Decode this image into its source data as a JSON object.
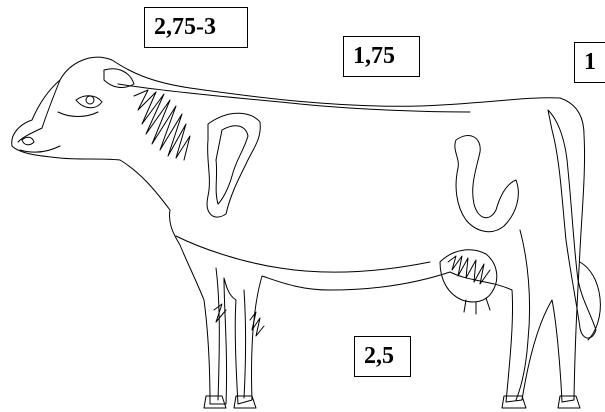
{
  "labels": {
    "neck": "2,75-3",
    "back": "1,75",
    "rump": "1",
    "belly": "2,5"
  },
  "colors": {
    "line": "#000000",
    "background": "#ffffff"
  }
}
